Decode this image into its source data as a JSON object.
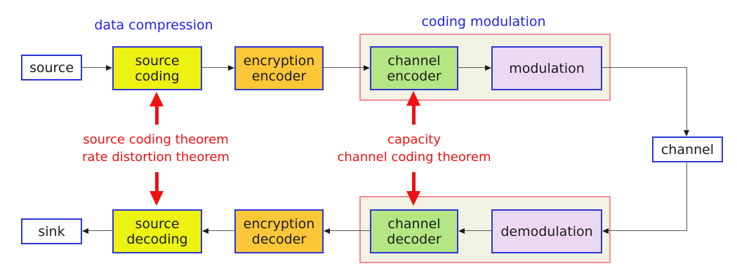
{
  "headers": {
    "data_compression": "data compression",
    "coding_modulation": "coding modulation"
  },
  "nodes": {
    "source": "source",
    "source_coding": "source\ncoding",
    "encryption_encoder": "encryption\nencoder",
    "channel_encoder": "channel\nencoder",
    "modulation": "modulation",
    "channel": "channel",
    "sink": "sink",
    "source_decoding": "source\ndecoding",
    "encryption_decoder": "encryption\ndecoder",
    "channel_decoder": "channel\ndecoder",
    "demodulation": "demodulation"
  },
  "annotations": {
    "source_coding_theorem": "source coding theorem",
    "rate_distortion_theorem": "rate distortion theorem",
    "capacity": "capacity",
    "channel_coding_theorem": "channel coding theorem"
  },
  "colors": {
    "yellow": "#edf213",
    "orange": "#fbc738",
    "green": "#b4e683",
    "lavender": "#ecd9f1",
    "group_fill": "#f2f2e3",
    "group_border": "#fb8a96",
    "node_border": "#2b35d6",
    "node_text": "#1a1a1a",
    "blue_text": "#2020ee",
    "red": "#ee1111",
    "line": "#555555",
    "arrow": "#1c1c1c"
  }
}
